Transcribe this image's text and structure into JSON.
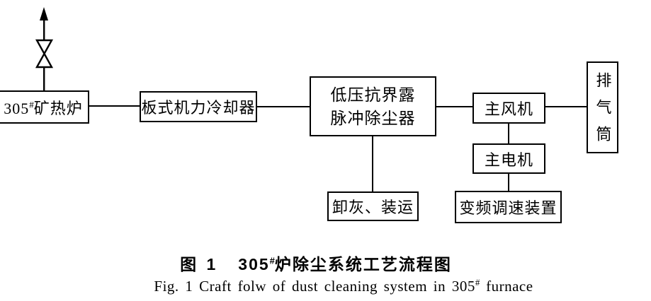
{
  "figure": {
    "colors": {
      "line": "#000000",
      "background": "#ffffff"
    },
    "icons": {
      "vent_arrow": "arrow-up-icon",
      "valve": "bowtie-valve-icon"
    },
    "nodes": {
      "furnace": {
        "num": "305",
        "sup": "#",
        "name": "矿热炉"
      },
      "cooler": {
        "label": "板式机力冷却器"
      },
      "collector": {
        "line1": "低压抗界露",
        "line2": "脉冲除尘器"
      },
      "fan": {
        "label": "主风机"
      },
      "stack": {
        "label": "排气筒"
      },
      "motor": {
        "label": "主电机"
      },
      "vfd": {
        "label": "变频调速装置"
      },
      "ash": {
        "label": "卸灰、装运"
      }
    },
    "caption_zh": {
      "fig_no": "图 1",
      "num": "305",
      "sup": "#",
      "rest": "炉除尘系统工艺流程图"
    },
    "caption_en": {
      "prefix": "Fig. 1 Craft folw of dust cleaning system in 305",
      "sup": "#",
      "suffix": " furnace"
    }
  }
}
